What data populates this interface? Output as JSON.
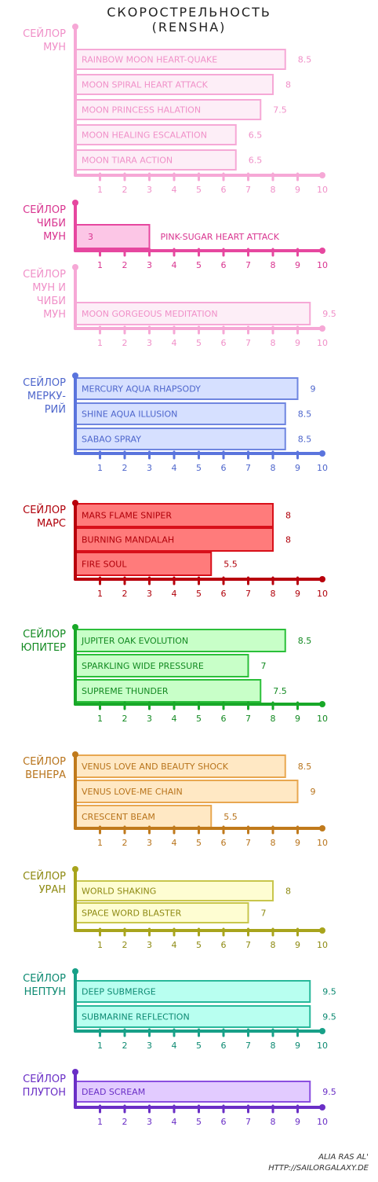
{
  "title": {
    "line1": "СКОРОСТРЕЛЬНОСТЬ",
    "line2": "(RENSHA)"
  },
  "credit": {
    "author": "ALIA RAS AL'",
    "url": "HTTP://SAILORGALAXY.DE"
  },
  "chart_data": [
    {
      "type": "bar",
      "orientation": "horizontal",
      "label": [
        "СЕЙЛОР",
        "МУН"
      ],
      "colors": {
        "fill": "#fdeef7",
        "stroke": "#f6a8d6",
        "text": "#f090c8",
        "axis": "#f6a8d6"
      },
      "xlim": [
        0,
        10
      ],
      "ticks": [
        1,
        2,
        3,
        4,
        5,
        6,
        7,
        8,
        9,
        10
      ],
      "categories": [
        "RAINBOW MOON HEART-QUAKE",
        "MOON SPIRAL HEART ATTACK",
        "MOON PRINCESS HALATION",
        "MOON HEALING ESCALATION",
        "MOON TIARA ACTION"
      ],
      "values": [
        8.5,
        8,
        7.5,
        6.5,
        6.5
      ],
      "value_labels": [
        "8.5",
        "8",
        "7.5",
        "6.5",
        "6.5"
      ]
    },
    {
      "type": "bar",
      "orientation": "horizontal",
      "label": [
        "СЕЙЛОР",
        "ЧИБИ",
        "МУН"
      ],
      "colors": {
        "fill": "#fcc6e6",
        "stroke": "#e6479f",
        "text": "#d93590",
        "axis": "#e6479f"
      },
      "xlim": [
        0,
        10
      ],
      "ticks": [
        1,
        2,
        3,
        4,
        5,
        6,
        7,
        8,
        9,
        10
      ],
      "categories": [
        "PINK-SUGAR HEART ATTACK"
      ],
      "values": [
        3
      ],
      "value_labels": [
        "3"
      ]
    },
    {
      "type": "bar",
      "orientation": "horizontal",
      "label": [
        "СЕЙЛОР",
        "МУН И",
        "ЧИБИ",
        "МУН"
      ],
      "colors": {
        "fill": "#fdeef7",
        "stroke": "#f6a8d6",
        "text": "#f090c8",
        "axis": "#f6a8d6"
      },
      "xlim": [
        0,
        10
      ],
      "ticks": [
        1,
        2,
        3,
        4,
        5,
        6,
        7,
        8,
        9,
        10
      ],
      "categories": [
        "MOON GORGEOUS MEDITATION"
      ],
      "values": [
        9.5
      ],
      "value_labels": [
        "9.5"
      ]
    },
    {
      "type": "bar",
      "orientation": "horizontal",
      "label": [
        "СЕЙЛОР",
        "МЕРКУ-",
        "РИЙ"
      ],
      "colors": {
        "fill": "#d6e0ff",
        "stroke": "#6f86e0",
        "text": "#4e66cc",
        "axis": "#5a74dd"
      },
      "xlim": [
        0,
        10
      ],
      "ticks": [
        1,
        2,
        3,
        4,
        5,
        6,
        7,
        8,
        9,
        10
      ],
      "categories": [
        "MERCURY AQUA RHAPSODY",
        "SHINE AQUA ILLUSION",
        "SABAO SPRAY"
      ],
      "values": [
        9,
        8.5,
        8.5
      ],
      "value_labels": [
        "9",
        "8.5",
        "8.5"
      ]
    },
    {
      "type": "bar",
      "orientation": "horizontal",
      "label": [
        "СЕЙЛОР",
        "МАРС"
      ],
      "colors": {
        "fill": "#ff7b7b",
        "stroke": "#d8101a",
        "text": "#b0000a",
        "axis": "#b8000c"
      },
      "xlim": [
        0,
        10
      ],
      "ticks": [
        1,
        2,
        3,
        4,
        5,
        6,
        7,
        8,
        9,
        10
      ],
      "categories": [
        "MARS FLAME SNIPER",
        "BURNING MANDALAH",
        "FIRE SOUL"
      ],
      "values": [
        8,
        8,
        5.5
      ],
      "value_labels": [
        "8",
        "8",
        "5.5"
      ]
    },
    {
      "type": "bar",
      "orientation": "horizontal",
      "label": [
        "СЕЙЛОР",
        "ЮПИТЕР"
      ],
      "colors": {
        "fill": "#c8ffc8",
        "stroke": "#2bbf3a",
        "text": "#138a22",
        "axis": "#18a828"
      },
      "xlim": [
        0,
        10
      ],
      "ticks": [
        1,
        2,
        3,
        4,
        5,
        6,
        7,
        8,
        9,
        10
      ],
      "categories": [
        "JUPITER OAK EVOLUTION",
        "SPARKLING WIDE PRESSURE",
        "SUPREME THUNDER"
      ],
      "values": [
        8.5,
        7,
        7.5
      ],
      "value_labels": [
        "8.5",
        "7",
        "7.5"
      ]
    },
    {
      "type": "bar",
      "orientation": "horizontal",
      "label": [
        "СЕЙЛОР",
        "ВЕНЕРА"
      ],
      "colors": {
        "fill": "#ffe8c4",
        "stroke": "#e8a750",
        "text": "#b8741c",
        "axis": "#c07a1c"
      },
      "xlim": [
        0,
        10
      ],
      "ticks": [
        1,
        2,
        3,
        4,
        5,
        6,
        7,
        8,
        9,
        10
      ],
      "categories": [
        "VENUS LOVE AND BEAUTY SHOCK",
        "VENUS LOVE-ME CHAIN",
        "CRESCENT BEAM"
      ],
      "values": [
        8.5,
        9,
        5.5
      ],
      "value_labels": [
        "8.5",
        "9",
        "5.5"
      ]
    },
    {
      "type": "bar",
      "orientation": "horizontal",
      "label": [
        "СЕЙЛОР",
        "УРАН"
      ],
      "colors": {
        "fill": "#fefdd2",
        "stroke": "#c8c64c",
        "text": "#8e8a12",
        "axis": "#a8a41c"
      },
      "xlim": [
        0,
        10
      ],
      "ticks": [
        1,
        2,
        3,
        4,
        5,
        6,
        7,
        8,
        9,
        10
      ],
      "categories": [
        "WORLD SHAKING",
        "SPACE WORD BLASTER"
      ],
      "values": [
        8,
        7
      ],
      "value_labels": [
        "8",
        "7"
      ]
    },
    {
      "type": "bar",
      "orientation": "horizontal",
      "label": [
        "СЕЙЛОР",
        "НЕПТУН"
      ],
      "colors": {
        "fill": "#b8fff0",
        "stroke": "#28b89a",
        "text": "#0d8a72",
        "axis": "#18a088"
      },
      "xlim": [
        0,
        10
      ],
      "ticks": [
        1,
        2,
        3,
        4,
        5,
        6,
        7,
        8,
        9,
        10
      ],
      "categories": [
        "DEEP SUBMERGE",
        "SUBMARINE REFLECTION"
      ],
      "values": [
        9.5,
        9.5
      ],
      "value_labels": [
        "9.5",
        "9.5"
      ]
    },
    {
      "type": "bar",
      "orientation": "horizontal",
      "label": [
        "СЕЙЛОР",
        "ПЛУТОН"
      ],
      "colors": {
        "fill": "#e2cbff",
        "stroke": "#8a4ee0",
        "text": "#6a2fc6",
        "axis": "#6a2fc6"
      },
      "xlim": [
        0,
        10
      ],
      "ticks": [
        1,
        2,
        3,
        4,
        5,
        6,
        7,
        8,
        9,
        10
      ],
      "categories": [
        "DEAD SCREAM"
      ],
      "values": [
        9.5
      ],
      "value_labels": [
        "9.5"
      ]
    }
  ]
}
